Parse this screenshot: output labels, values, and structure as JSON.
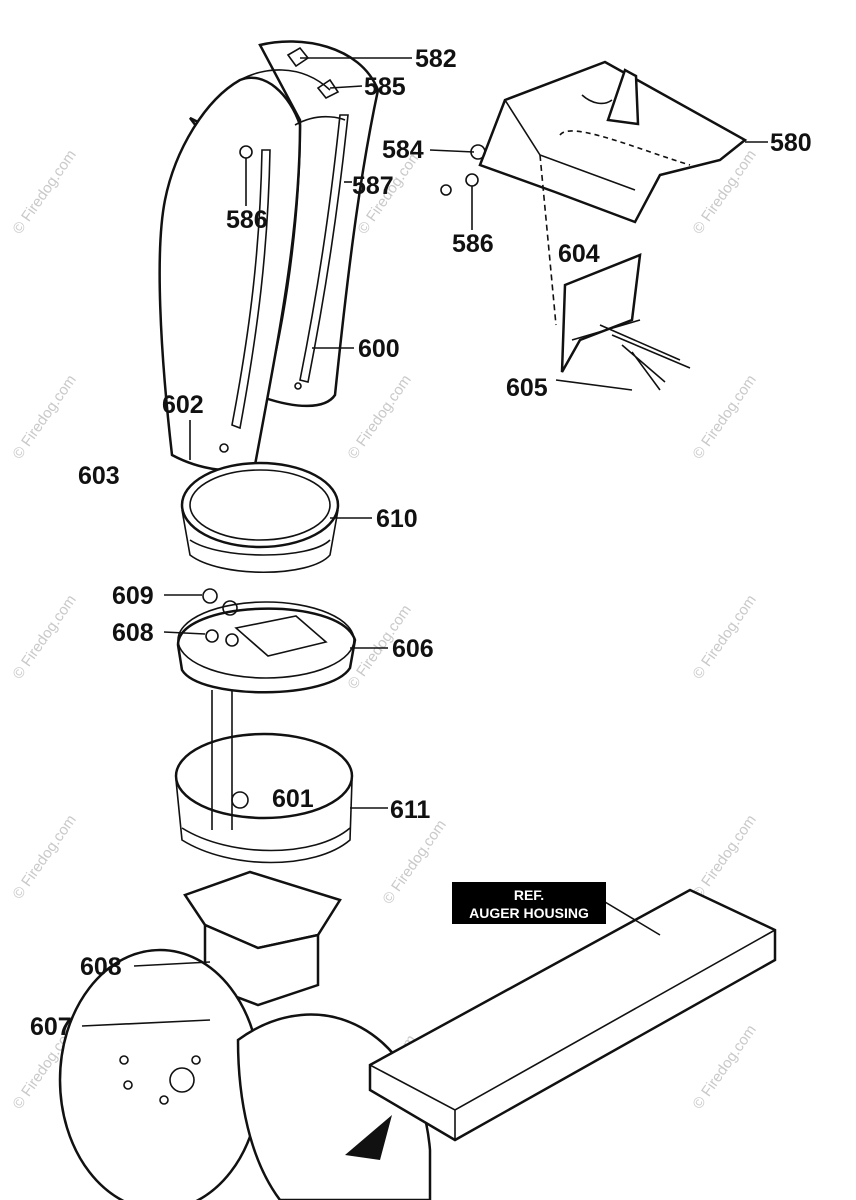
{
  "watermark": "© Firedog.com",
  "reference_label": {
    "line1": "REF.",
    "line2": "AUGER HOUSING"
  },
  "callouts": {
    "c582": "582",
    "c585": "585",
    "c580": "580",
    "c584": "584",
    "c587": "587",
    "c586a": "586",
    "c586b": "586",
    "c604": "604",
    "c600": "600",
    "c605": "605",
    "c602": "602",
    "c603": "603",
    "c610": "610",
    "c609": "609",
    "c606": "606",
    "c608a": "608",
    "c601": "601",
    "c611": "611",
    "c608b": "608",
    "c607": "607"
  },
  "colors": {
    "ink": "#111111",
    "watermark": "#c9c9c9",
    "label_box": "#000000"
  }
}
